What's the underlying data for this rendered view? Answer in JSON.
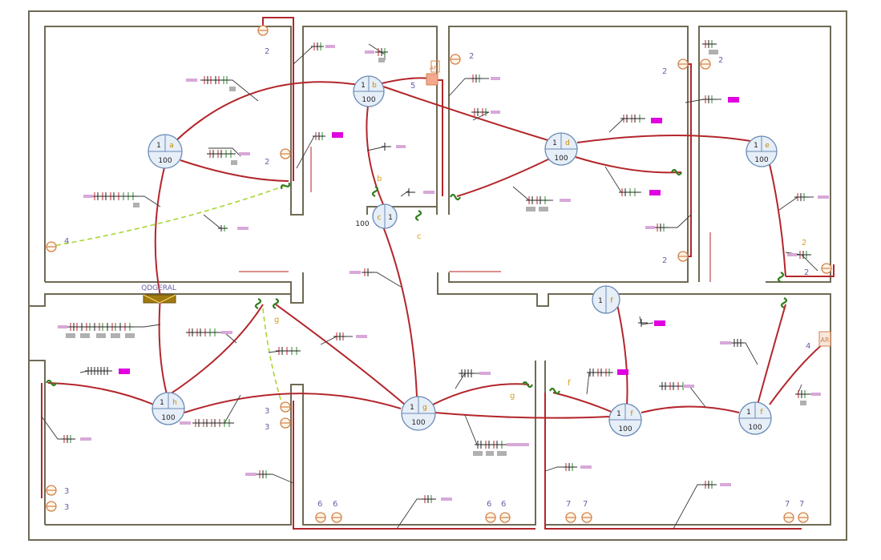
{
  "panel": {
    "label": "QDGERAL"
  },
  "lamps": [
    {
      "id": "a",
      "circuit": "1",
      "power": "100"
    },
    {
      "id": "b",
      "circuit": "1",
      "power": "100"
    },
    {
      "id": "c",
      "circuit": "1",
      "power": "100"
    },
    {
      "id": "d",
      "circuit": "1",
      "power": "100"
    },
    {
      "id": "e",
      "circuit": "1",
      "power": "100"
    },
    {
      "id": "f",
      "circuit": "1",
      "power": ""
    },
    {
      "id": "h",
      "circuit": "1",
      "power": "100"
    },
    {
      "id": "g",
      "circuit": "1",
      "power": "100"
    },
    {
      "id": "f",
      "circuit": "1",
      "power": "100"
    },
    {
      "id": "f",
      "circuit": "1",
      "power": "100"
    }
  ],
  "switch_codes": [
    "b",
    "c",
    "g",
    "g",
    "f"
  ],
  "outlet_circuits": [
    "2",
    "2",
    "2",
    "2",
    "2",
    "2",
    "2",
    "2",
    "3",
    "3",
    "3",
    "3",
    "4",
    "5",
    "6",
    "6",
    "6",
    "6",
    "7",
    "7",
    "7",
    "7"
  ],
  "special_outlets": [
    "AR",
    "AR"
  ],
  "colors": {
    "wall": "#6e6a55",
    "wire": "#b3262b",
    "dashed_wire": "#a8d635",
    "switch": "#2f7d1c",
    "outlet": "#d4824a",
    "lamp": "#6a8bb5",
    "marker": "#e000e0",
    "panel": "#a07a10"
  }
}
